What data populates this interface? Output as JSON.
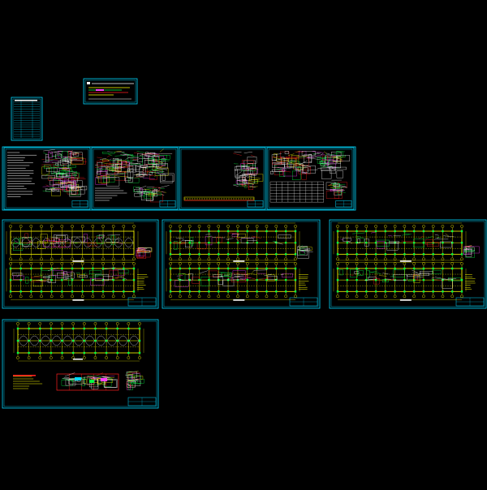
{
  "colors": {
    "background": "#000000",
    "frame": "#00d8ff",
    "grid": "#ffff00",
    "annotation": "#ff2020",
    "detail": "#ffffff",
    "hatch": "#00ff44",
    "accent": "#ff40ff"
  },
  "canvas": {
    "sheets": [
      {
        "id": "index-table",
        "kind": "table"
      },
      {
        "id": "general-notes",
        "kind": "notes"
      },
      {
        "id": "detail-sheet-1",
        "kind": "details"
      },
      {
        "id": "detail-sheet-2",
        "kind": "details"
      },
      {
        "id": "detail-sheet-3",
        "kind": "details-sparse"
      },
      {
        "id": "detail-sheet-4",
        "kind": "details-table"
      },
      {
        "id": "plan-sheet-1",
        "kind": "plan"
      },
      {
        "id": "plan-sheet-2",
        "kind": "plan"
      },
      {
        "id": "plan-sheet-3",
        "kind": "plan"
      },
      {
        "id": "plan-sheet-4",
        "kind": "plan-single"
      }
    ]
  }
}
